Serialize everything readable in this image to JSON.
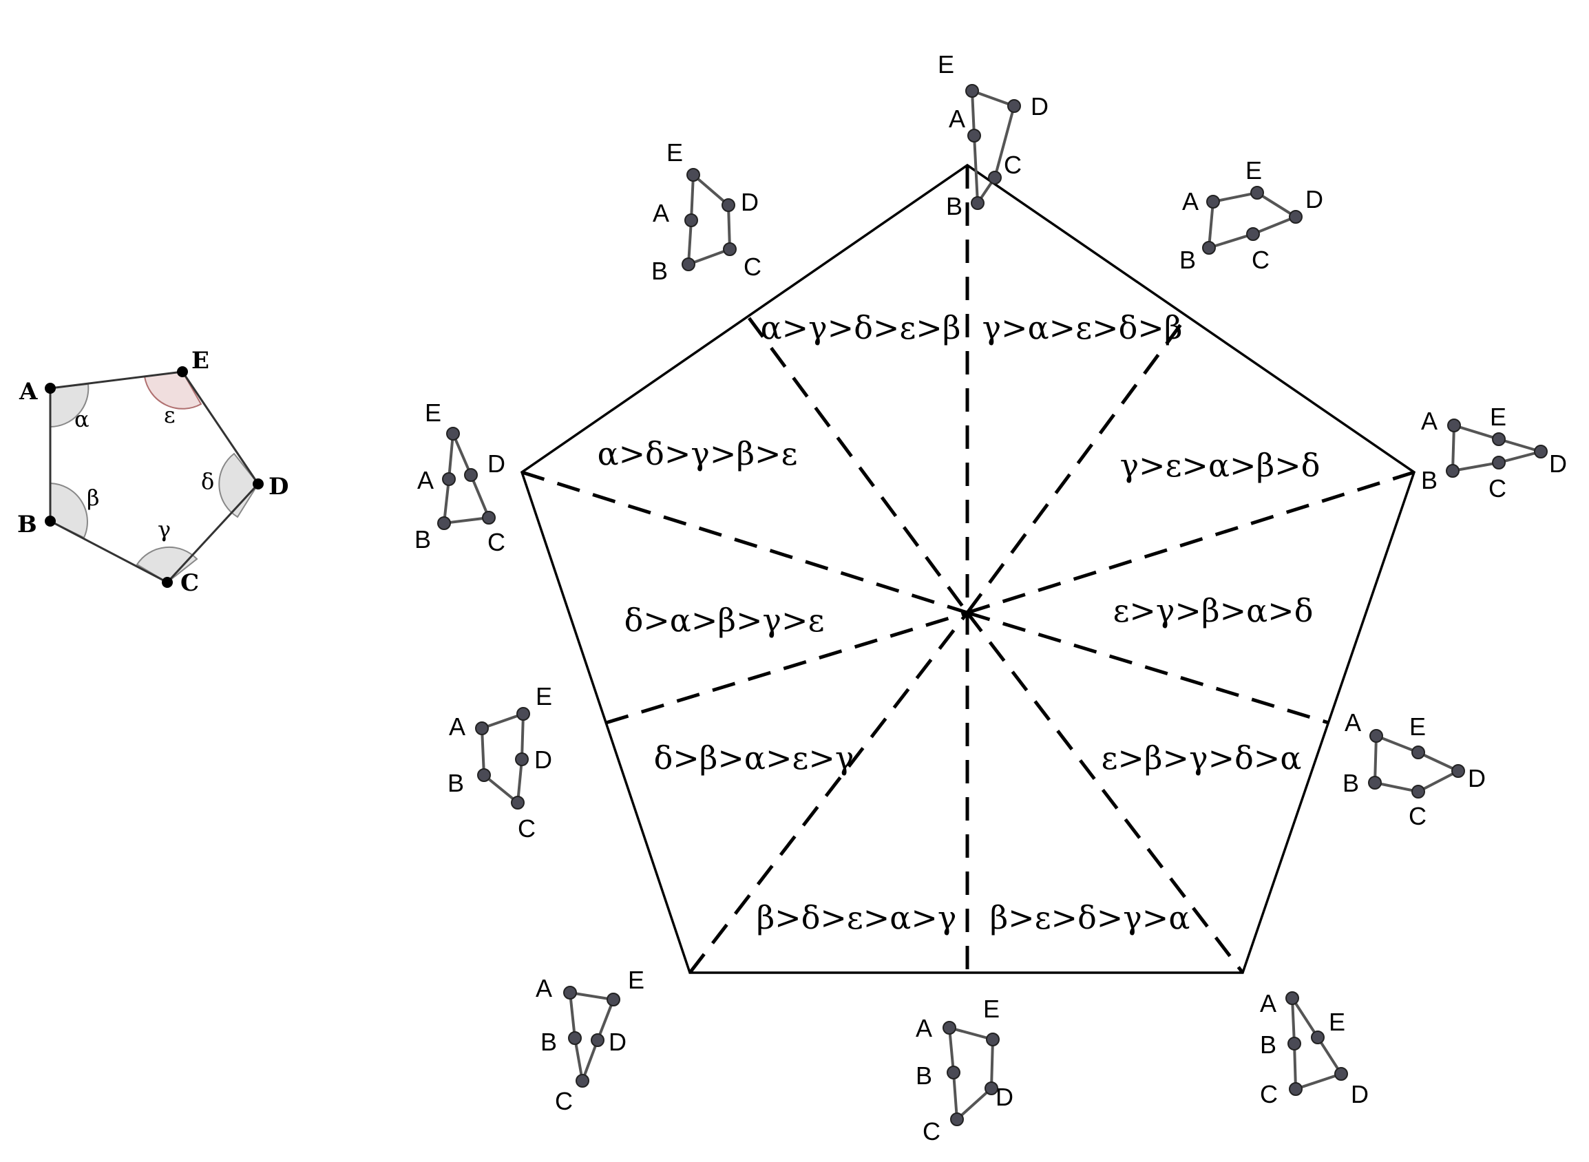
{
  "reference_pentagon": {
    "vertices": [
      "A",
      "E",
      "D",
      "C",
      "B"
    ],
    "angles": [
      "α",
      "ε",
      "δ",
      "γ",
      "β"
    ]
  },
  "regions": [
    "α>γ>δ>ε>β",
    "γ>α>ε>δ>β",
    "γ>ε>α>β>δ",
    "ε>γ>β>α>δ",
    "ε>β>γ>δ>α",
    "β>ε>δ>γ>α",
    "β>δ>ε>α>γ",
    "δ>β>α>ε>γ",
    "δ>α>β>γ>ε",
    "α>δ>γ>β>ε"
  ],
  "shapes": [
    {
      "labels": [
        "E",
        "D",
        "A",
        "C",
        "B"
      ]
    },
    {
      "labels": [
        "A",
        "E",
        "D",
        "B",
        "C"
      ]
    },
    {
      "labels": [
        "A",
        "E",
        "D",
        "B",
        "C"
      ]
    },
    {
      "labels": [
        "A",
        "E",
        "D",
        "B",
        "C"
      ]
    },
    {
      "labels": [
        "A",
        "E",
        "B",
        "D",
        "C"
      ]
    },
    {
      "labels": [
        "A",
        "E",
        "B",
        "D",
        "C"
      ]
    },
    {
      "labels": [
        "A",
        "E",
        "B",
        "D",
        "C"
      ]
    },
    {
      "labels": [
        "A",
        "E",
        "B",
        "D",
        "C"
      ]
    },
    {
      "labels": [
        "E",
        "A",
        "D",
        "B",
        "C"
      ]
    },
    {
      "labels": [
        "E",
        "A",
        "D",
        "B",
        "C"
      ]
    }
  ],
  "colors": {
    "line": "#000000",
    "shape_line": "#555555",
    "dot": "#4a4a55",
    "arc_fill": "#e2e2e2",
    "arc_eps": "#c08080"
  }
}
